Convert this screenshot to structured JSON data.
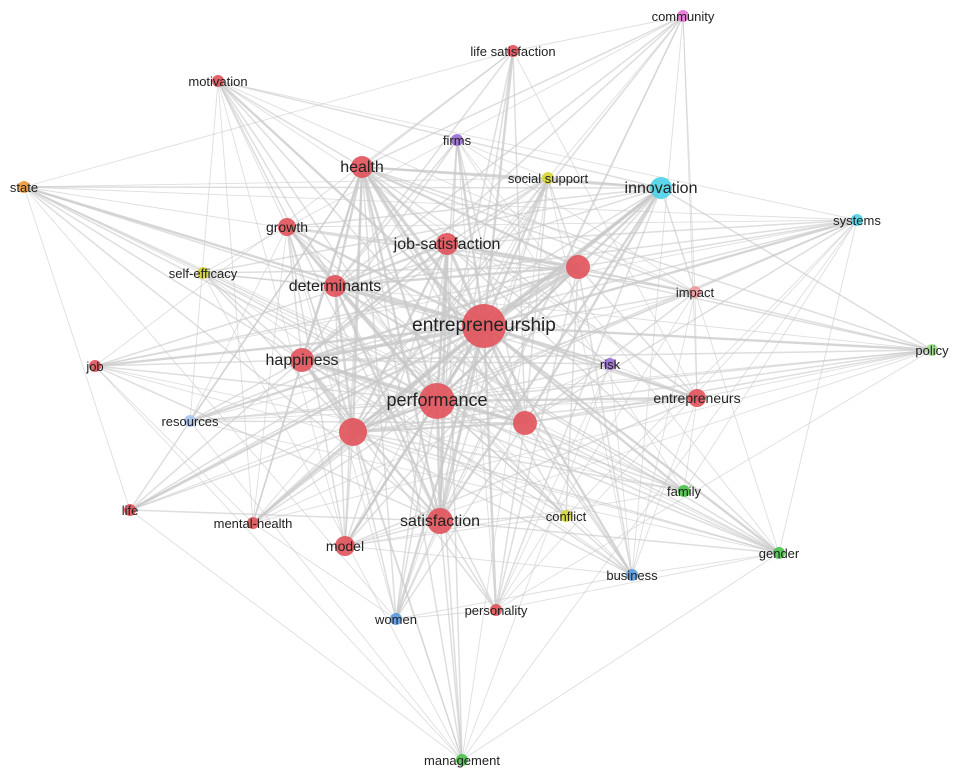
{
  "colors": {
    "red": "#e2555c",
    "cyan": "#4fd2e8",
    "yellow": "#d8d63a",
    "purple": "#9a6fd6",
    "pink": "#e676d6",
    "orange": "#f09a3a",
    "blue": "#5b9be0",
    "green": "#4cc24c",
    "pale_green": "#9ee08a",
    "pale_blue": "#a9c7ee",
    "pale_red": "#f09aa0"
  },
  "nodes": [
    {
      "id": "entrepreneurship",
      "label": "entrepreneurship",
      "color": "red",
      "weight": 5
    },
    {
      "id": "performance",
      "label": "performance",
      "color": "red",
      "weight": 4
    },
    {
      "id": "satisfaction",
      "label": "satisfaction",
      "color": "red",
      "weight": 3
    },
    {
      "id": "happiness",
      "label": "happiness",
      "color": "red",
      "weight": 3
    },
    {
      "id": "determinants",
      "label": "determinants",
      "color": "red",
      "weight": 3
    },
    {
      "id": "job-satisfaction",
      "label": "job-satisfaction",
      "color": "red",
      "weight": 3
    },
    {
      "id": "health",
      "label": "health",
      "color": "red",
      "weight": 3
    },
    {
      "id": "growth",
      "label": "growth",
      "color": "red",
      "weight": 2
    },
    {
      "id": "unlabeled-a",
      "label": "",
      "color": "red",
      "weight": 3
    },
    {
      "id": "unlabeled-b",
      "label": "",
      "color": "red",
      "weight": 3
    },
    {
      "id": "unlabeled-c",
      "label": "",
      "color": "red",
      "weight": 3
    },
    {
      "id": "entrepreneurs",
      "label": "entrepreneurs",
      "color": "red",
      "weight": 2
    },
    {
      "id": "impact",
      "label": "impact",
      "color": "pale_red",
      "weight": 1
    },
    {
      "id": "model",
      "label": "model",
      "color": "red",
      "weight": 2
    },
    {
      "id": "mental-health",
      "label": "mental-health",
      "color": "red",
      "weight": 1
    },
    {
      "id": "life",
      "label": "life",
      "color": "red",
      "weight": 1
    },
    {
      "id": "job",
      "label": "job",
      "color": "red",
      "weight": 1
    },
    {
      "id": "personality",
      "label": "personality",
      "color": "red",
      "weight": 1
    },
    {
      "id": "life-satisfaction",
      "label": "life satisfaction",
      "color": "red",
      "weight": 1
    },
    {
      "id": "motivation",
      "label": "motivation",
      "color": "red",
      "weight": 1
    },
    {
      "id": "innovation",
      "label": "innovation",
      "color": "cyan",
      "weight": 3
    },
    {
      "id": "systems",
      "label": "systems",
      "color": "cyan",
      "weight": 1
    },
    {
      "id": "social-support",
      "label": "social support",
      "color": "yellow",
      "weight": 1
    },
    {
      "id": "self-efficacy",
      "label": "self-efficacy",
      "color": "yellow",
      "weight": 1
    },
    {
      "id": "conflict",
      "label": "conflict",
      "color": "yellow",
      "weight": 1
    },
    {
      "id": "firms",
      "label": "firms",
      "color": "purple",
      "weight": 1
    },
    {
      "id": "risk",
      "label": "risk",
      "color": "purple",
      "weight": 1
    },
    {
      "id": "community",
      "label": "community",
      "color": "pink",
      "weight": 1
    },
    {
      "id": "state",
      "label": "state",
      "color": "orange",
      "weight": 1
    },
    {
      "id": "business",
      "label": "business",
      "color": "blue",
      "weight": 1
    },
    {
      "id": "women",
      "label": "women",
      "color": "blue",
      "weight": 1
    },
    {
      "id": "resources",
      "label": "resources",
      "color": "pale_blue",
      "weight": 1
    },
    {
      "id": "family",
      "label": "family",
      "color": "green",
      "weight": 1
    },
    {
      "id": "gender",
      "label": "gender",
      "color": "green",
      "weight": 1
    },
    {
      "id": "management",
      "label": "management",
      "color": "green",
      "weight": 1
    },
    {
      "id": "policy",
      "label": "policy",
      "color": "pale_green",
      "weight": 1
    }
  ]
}
